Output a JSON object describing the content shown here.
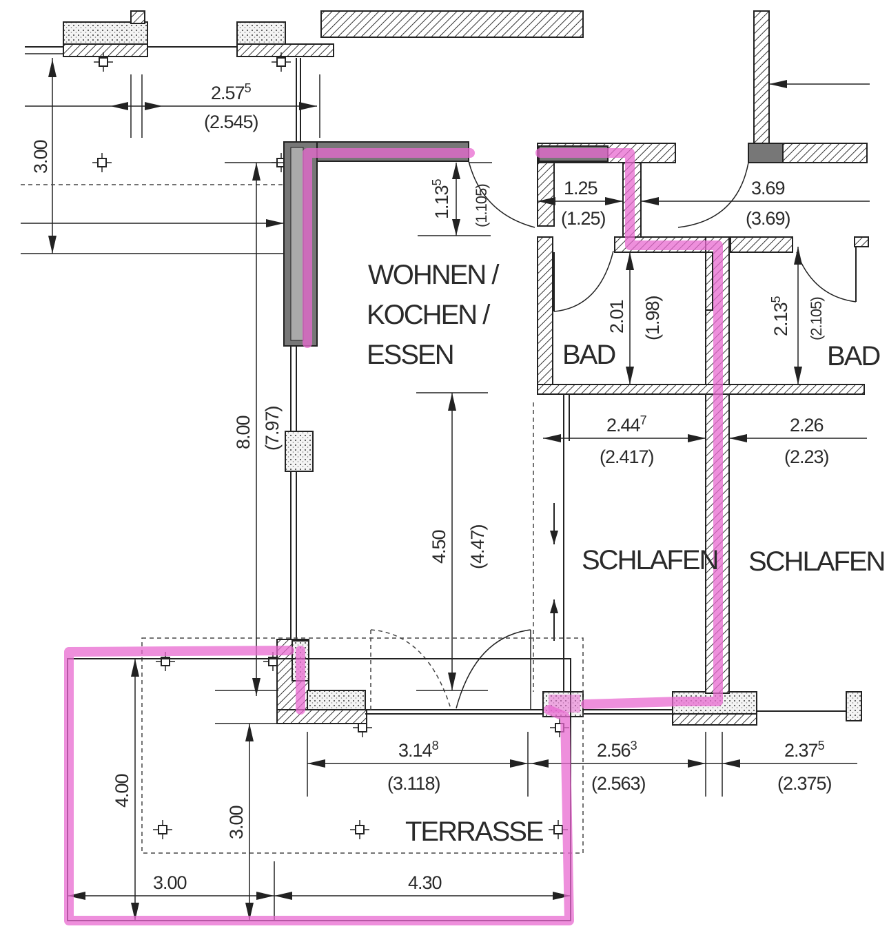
{
  "rooms": {
    "wohnen_line1": "WOHNEN /",
    "wohnen_line2": "KOCHEN /",
    "wohnen_line3": "ESSEN",
    "bad_left": "BAD",
    "bad_right": "BAD",
    "schlafen_left": "SCHLAFEN",
    "schlafen_right": "SCHLAFEN",
    "terrasse": "TERRASSE"
  },
  "dimensions": {
    "top_width_main": "2.57",
    "top_width_sup": "5",
    "top_width_paren": "(2.545)",
    "left_height": "3.00",
    "bad_width": "1.25",
    "bad_width_paren": "(1.25)",
    "right_width": "3.69",
    "right_width_paren": "(3.69)",
    "door_height_main": "1.13",
    "door_height_sup": "5",
    "door_height_paren": "(1.105)",
    "bad_height": "2.01",
    "bad_height_paren": "(1.98)",
    "bad_right_height_main": "2.13",
    "bad_right_height_sup": "5",
    "bad_right_height_paren": "(2.105)",
    "total_height": "8.00",
    "total_height_paren": "(7.97)",
    "schlafen_width_main": "2.44",
    "schlafen_width_sup": "7",
    "schlafen_width_paren": "(2.417)",
    "schlafen_right_width": "2.26",
    "schlafen_right_width_paren": "(2.23)",
    "room_depth": "4.50",
    "room_depth_paren": "(4.47)",
    "living_width_main": "3.14",
    "living_width_sup": "8",
    "living_width_paren": "(3.118)",
    "mid_width_main": "2.56",
    "mid_width_sup": "3",
    "mid_width_paren": "(2.563)",
    "right_bottom_main": "2.37",
    "right_bottom_sup": "5",
    "right_bottom_paren": "(2.375)",
    "terrace_height": "4.00",
    "terrace_inner_height": "3.00",
    "terrace_left_width": "3.00",
    "terrace_right_width": "4.30"
  },
  "colors": {
    "highlight": "#e86ad0",
    "ink": "#222222"
  }
}
